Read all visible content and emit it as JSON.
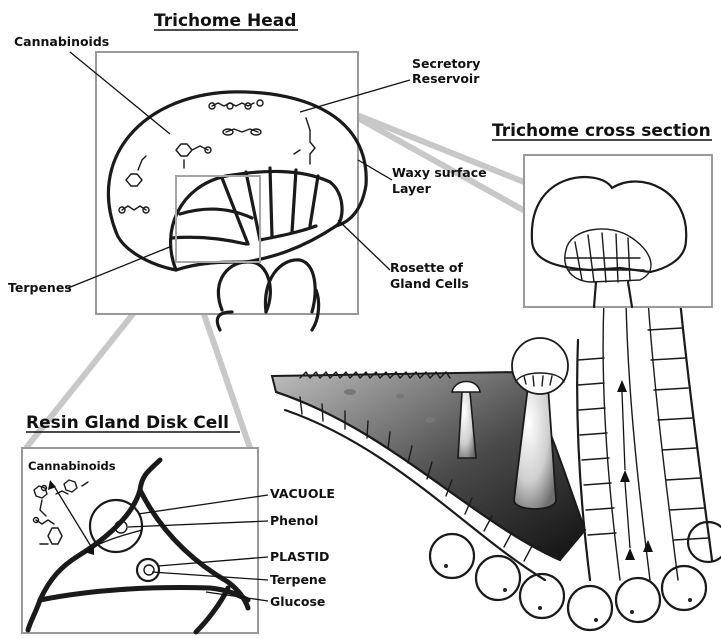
{
  "titles": {
    "head": "Trichome Head",
    "cross": "Trichome cross section",
    "disk": "Resin Gland Disk Cell"
  },
  "head_labels": {
    "cannabinoids": "Cannabinoids",
    "secretory_1": "Secretory",
    "secretory_2": "Reservoir",
    "waxy_1": "Waxy surface",
    "waxy_2": "Layer",
    "terpenes": "Terpenes",
    "rosette_1": "Rosette of",
    "rosette_2": "Gland Cells"
  },
  "disk_labels": {
    "cannabinoids": "Cannabinoids",
    "vacuole": "VACUOLE",
    "phenol": "Phenol",
    "plastid": "PLASTID",
    "terpene": "Terpene",
    "glucose": "Glucose"
  },
  "colors": {
    "ink": "#1a1a1a",
    "panel_border": "#9a9a9a",
    "connector": "#c8c8c8"
  }
}
